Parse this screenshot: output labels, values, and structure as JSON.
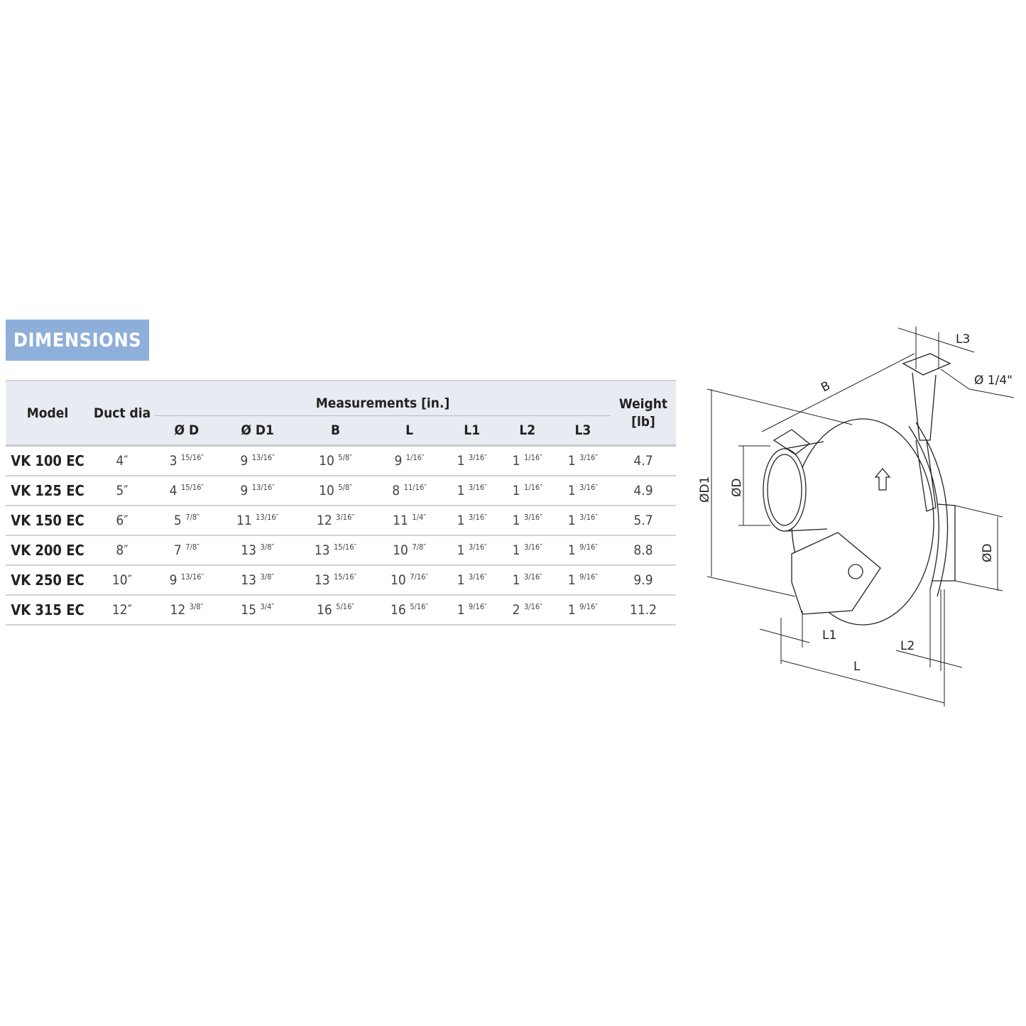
{
  "title": "DIMENSIONS",
  "table": {
    "headers": {
      "model": "Model",
      "duct_dia": "Duct dia",
      "measurements": "Measurements [in.]",
      "weight": "Weight [lb]",
      "sub": [
        "Ø D",
        "Ø D1",
        "B",
        "L",
        "L1",
        "L2",
        "L3"
      ]
    },
    "rows": [
      {
        "model": "VK 100 EC",
        "duct": "4″",
        "cells": [
          [
            "3",
            "15/16″"
          ],
          [
            "9",
            "13/16″"
          ],
          [
            "10",
            "5/8″"
          ],
          [
            "9",
            "1/16″"
          ],
          [
            "1",
            "3/16″"
          ],
          [
            "1",
            "1/16″"
          ],
          [
            "1",
            "3/16″"
          ]
        ],
        "weight": "4.7"
      },
      {
        "model": "VK 125 EC",
        "duct": "5″",
        "cells": [
          [
            "4",
            "15/16″"
          ],
          [
            "9",
            "13/16″"
          ],
          [
            "10",
            "5/8″"
          ],
          [
            "8",
            "11/16″"
          ],
          [
            "1",
            "3/16″"
          ],
          [
            "1",
            "1/16″"
          ],
          [
            "1",
            "3/16″"
          ]
        ],
        "weight": "4.9"
      },
      {
        "model": "VK 150 EC",
        "duct": "6″",
        "cells": [
          [
            "5",
            "7/8″"
          ],
          [
            "11",
            "13/16″"
          ],
          [
            "12",
            "3/16″"
          ],
          [
            "11",
            "1/4″"
          ],
          [
            "1",
            "3/16″"
          ],
          [
            "1",
            "3/16″"
          ],
          [
            "1",
            "3/16″"
          ]
        ],
        "weight": "5.7"
      },
      {
        "model": "VK 200 EC",
        "duct": "8″",
        "cells": [
          [
            "7",
            "7/8″"
          ],
          [
            "13",
            "3/8″"
          ],
          [
            "13",
            "15/16″"
          ],
          [
            "10",
            "7/8″"
          ],
          [
            "1",
            "3/16″"
          ],
          [
            "1",
            "3/16″"
          ],
          [
            "1",
            "9/16″"
          ]
        ],
        "weight": "8.8"
      },
      {
        "model": "VK 250 EC",
        "duct": "10″",
        "cells": [
          [
            "9",
            "13/16″"
          ],
          [
            "13",
            "3/8″"
          ],
          [
            "13",
            "15/16″"
          ],
          [
            "10",
            "7/16″"
          ],
          [
            "1",
            "3/16″"
          ],
          [
            "1",
            "3/16″"
          ],
          [
            "1",
            "9/16″"
          ]
        ],
        "weight": "9.9"
      },
      {
        "model": "VK 315 EC",
        "duct": "12″",
        "cells": [
          [
            "12",
            "3/8″"
          ],
          [
            "15",
            "3/4″"
          ],
          [
            "16",
            "5/16″"
          ],
          [
            "16",
            "5/16″"
          ],
          [
            "1",
            "9/16″"
          ],
          [
            "2",
            "3/16″"
          ],
          [
            "1",
            "9/16″"
          ]
        ],
        "weight": "11.2"
      }
    ]
  },
  "diagram": {
    "labels": {
      "L3": "L3",
      "B": "B",
      "hole": "Ø 1/4\"",
      "D1": "ØD1",
      "D_in": "ØD",
      "D_out": "ØD",
      "L1": "L1",
      "L2": "L2",
      "L": "L"
    }
  }
}
